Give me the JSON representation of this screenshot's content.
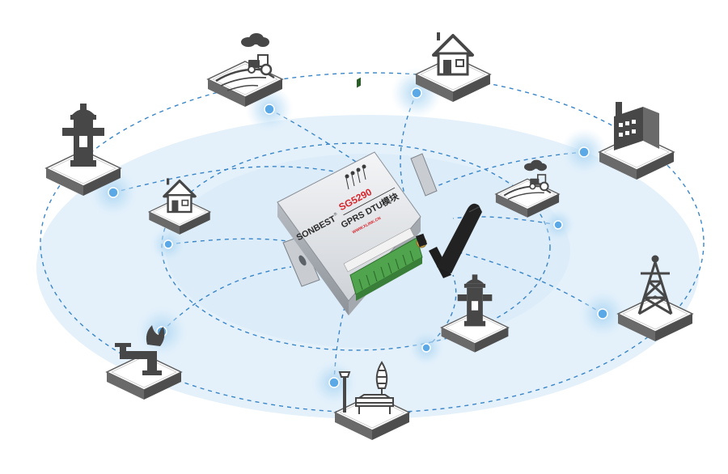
{
  "device": {
    "brand": "SONBEST",
    "brand_mark": "®",
    "model": "SG5290",
    "product": "GPRS DTU模块",
    "url": "WWW.XLINK.CN"
  },
  "colors": {
    "ellipse_fill": "#e4f1fb",
    "dash": "#3a86c8",
    "node_dot": "#5aa9e6",
    "tile_top": "#ffffff",
    "tile_side": "#5e5e5e",
    "icon": "#474747",
    "device_red": "#d8232a",
    "terminal_green": "#4fa44d"
  },
  "nodes": [
    {
      "name": "farm-tractor-node",
      "icon": "tractor-icon"
    },
    {
      "name": "house-node-top",
      "icon": "house-icon"
    },
    {
      "name": "fire-hydrant-node-left",
      "icon": "fire-hydrant-icon"
    },
    {
      "name": "house-node-small",
      "icon": "house-icon"
    },
    {
      "name": "factory-node",
      "icon": "factory-icon"
    },
    {
      "name": "farm-tractor-node-small",
      "icon": "tractor-icon"
    },
    {
      "name": "pipeline-fire-node",
      "icon": "pipe-valve-icon"
    },
    {
      "name": "fire-hydrant-node-right",
      "icon": "fire-hydrant-icon"
    },
    {
      "name": "power-tower-node",
      "icon": "power-tower-icon"
    },
    {
      "name": "park-bench-node",
      "icon": "park-bench-icon"
    }
  ]
}
